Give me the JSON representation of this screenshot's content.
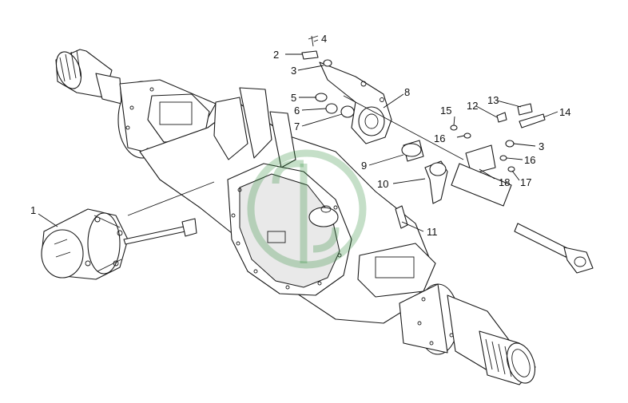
{
  "diagram": {
    "callouts": [
      {
        "id": "c1",
        "label": "1"
      },
      {
        "id": "c2",
        "label": "2"
      },
      {
        "id": "c3a",
        "label": "3"
      },
      {
        "id": "c3b",
        "label": "3"
      },
      {
        "id": "c4",
        "label": "4"
      },
      {
        "id": "c5",
        "label": "5"
      },
      {
        "id": "c6",
        "label": "6"
      },
      {
        "id": "c7",
        "label": "7"
      },
      {
        "id": "c8",
        "label": "8"
      },
      {
        "id": "c9",
        "label": "9"
      },
      {
        "id": "c10",
        "label": "10"
      },
      {
        "id": "c11",
        "label": "11"
      },
      {
        "id": "c12",
        "label": "12"
      },
      {
        "id": "c13",
        "label": "13"
      },
      {
        "id": "c14",
        "label": "14"
      },
      {
        "id": "c15",
        "label": "15"
      },
      {
        "id": "c16a",
        "label": "16"
      },
      {
        "id": "c16b",
        "label": "16"
      },
      {
        "id": "c17",
        "label": "17"
      },
      {
        "id": "c18",
        "label": "18"
      }
    ],
    "colors": {
      "line": "#1a1a1a",
      "watermark": "#2e8b3a",
      "background": "#ffffff"
    }
  }
}
